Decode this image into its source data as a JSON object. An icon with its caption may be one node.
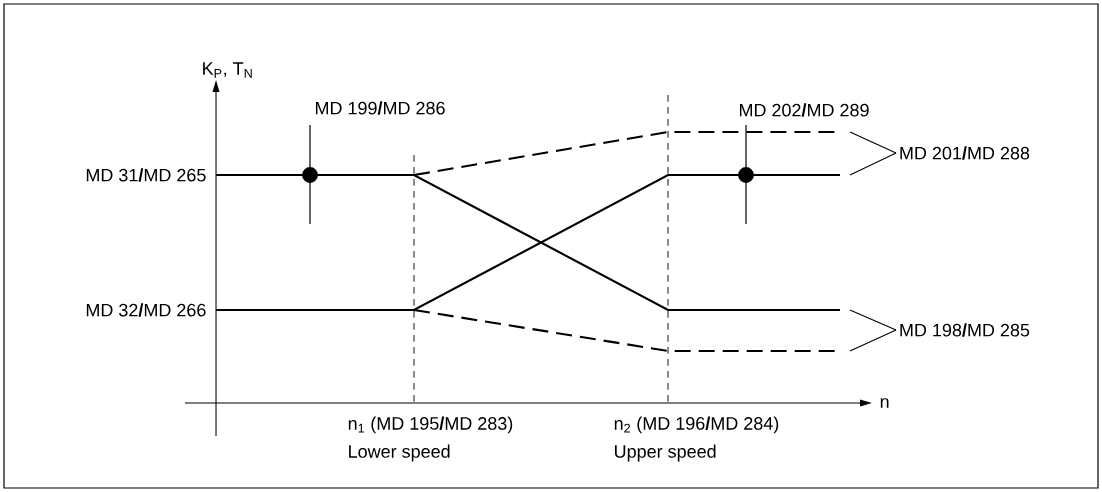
{
  "diagram": {
    "nodes": [
      {
        "text": [
          "MD 201**/**MD 288"
        ]
      },
      {
        "text": [
          "MD 198**/**MD 285"
        ]
      }
    ],
    "edges": [
      {
        "from": 0,
        "to": null,
        "arrow": "none"
      },
      {
        "from": 0,
        "to": null,
        "arrow": "none"
      },
      {
        "from": 1,
        "to": null,
        "arrow": "none"
      },
      {
        "from": 1,
        "to": null,
        "arrow": "none"
      }
    ],
    "labels": [
      "K$_{P}$, T$_{N}$",
      "MD 199**/**MD 286",
      "MD 202**/**MD 289",
      "MD 31**/**MD 265",
      "MD 32**/**MD 266",
      "n",
      "n$_{1}$ (MD 195**/**MD 283)",
      "Lower speed",
      "n$_{2}$ (MD 196**/**MD 284)",
      "Upper speed"
    ]
  }
}
